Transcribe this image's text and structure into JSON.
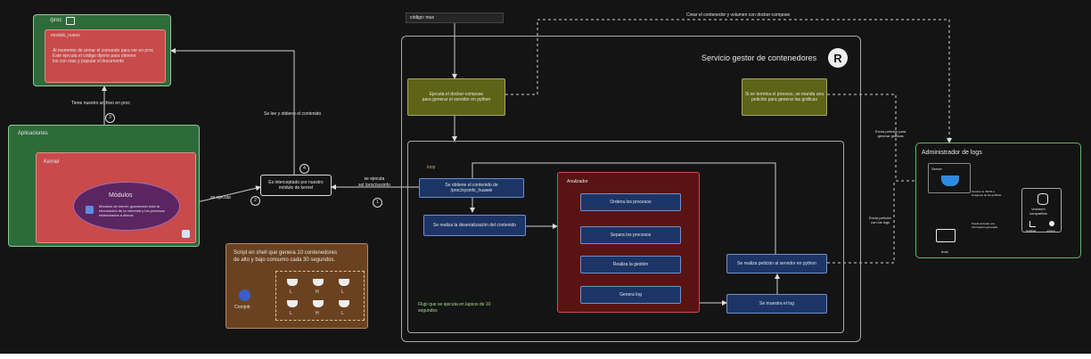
{
  "colors": {
    "background": "#141414",
    "green_panel": "#2e6b3a",
    "red_panel": "#c94a4a",
    "purple_ellipse": "#5a2561",
    "blue_box": "#1d3566",
    "olive_box": "#5f6316",
    "brown_panel": "#6b4220",
    "dark_red_panel": "#5a1313"
  },
  "proc": {
    "title": "/proc",
    "file_label": "modulo_nuevo",
    "description": "Al momento de armar el comando para ver en proc\nEste ejecuta el código dijerto para obtener\nlos con mas y popular el documento"
  },
  "apps": {
    "title": "Aplicaciones",
    "kernel_title": "Kernel",
    "modules_title": "Módulos",
    "modules_desc": "Módulos de kernel: guarnecido toda la\ninformación de la memoria y los procesos\nrelacionados a discos"
  },
  "edges": {
    "tiene_archivo": "Tiene nuestro archivo en proc",
    "se_ejecuta_left": "se ejecuta",
    "se_lee": "Se lee y obtiene el contenido",
    "se_ejecuta_sobre": "se ejecuta\nsol /proc/sysinfo",
    "crear_contenedor": "Crear el contenedor y volumen con docker-compose",
    "envia_graficas": "Envía petición para\ngenerar gráficas",
    "envia_logs": "Envía petición\ncon los logs",
    "genera_json": "Genera un JSON a\nimágenes de las gráficas",
    "puede_acceder": "Puede acceder a la\ninformación generada"
  },
  "numbers": {
    "n1": "1",
    "n2": "2",
    "n3": "3",
    "n4": "4"
  },
  "intercept": {
    "text": "Es interceptado por nuestro\nmódulo de kernel"
  },
  "codigo": {
    "text": "código: mus"
  },
  "servicio": {
    "title": "Servicio gestor de contenedores",
    "logo": "R",
    "compose_box": "Ejecuta el docker-compose\npara generar el servidor en python",
    "termina_box": "Si se termina el proceso, se manda una\npetición para generar las gráficas",
    "inner_label": "loop",
    "obtiene_box": "Se obtiene el contenido de\n/proc/sysinfo_huawei",
    "deserializa_box": "Se realiza la deserialización del contenido",
    "peticion_box": "Se realiza petición al servidor en python",
    "muestra_box": "Se muestra el log",
    "flujo": "Flujo que se ejecuta en lapsos de 10\nsegundos"
  },
  "analizador": {
    "title": "Analizador",
    "items": [
      "Ordena los procesos",
      "Separa los procesos",
      "Realiza la gestión",
      "Genera log"
    ]
  },
  "script": {
    "title": "Script en shell que genera 10 contenedores\nde alto y bajo consumo cada 30 segundos.",
    "cronjob": "Cronjob",
    "container_labels": [
      "L",
      "H",
      "L",
      "L",
      "H",
      "L"
    ]
  },
  "logs": {
    "title": "Administrador de logs",
    "server_label": "Server",
    "volume_label": "Volumen\ncompartido",
    "graficas": "Gráficas",
    "volume_icon_label": "volume",
    "host_label": "host"
  }
}
